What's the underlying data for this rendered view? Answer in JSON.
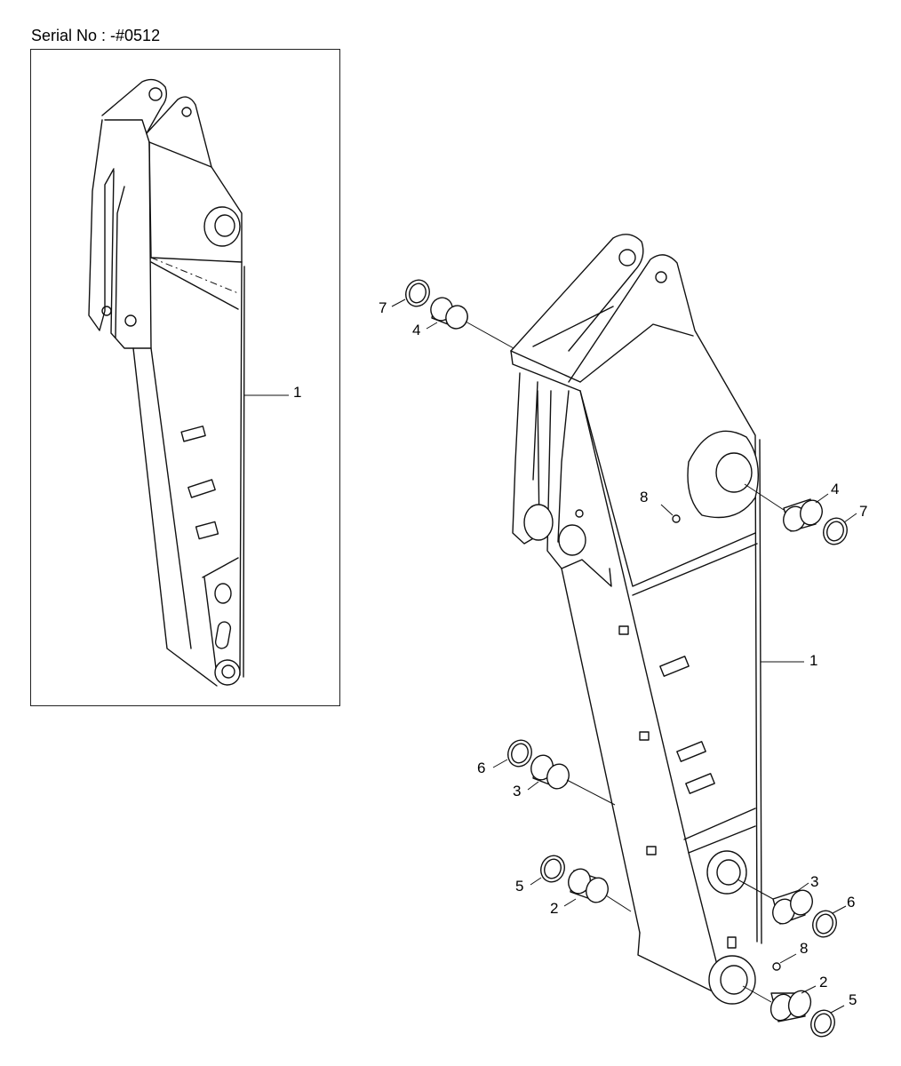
{
  "serial_label": "Serial No : -#0512",
  "inset": {
    "callouts": [
      {
        "id": "inset-1",
        "label": "1"
      }
    ]
  },
  "main": {
    "callouts": [
      {
        "id": "m7a",
        "label": "7"
      },
      {
        "id": "m4a",
        "label": "4"
      },
      {
        "id": "m8a",
        "label": "8"
      },
      {
        "id": "m4b",
        "label": "4"
      },
      {
        "id": "m7b",
        "label": "7"
      },
      {
        "id": "m1",
        "label": "1"
      },
      {
        "id": "m6a",
        "label": "6"
      },
      {
        "id": "m3a",
        "label": "3"
      },
      {
        "id": "m5a",
        "label": "5"
      },
      {
        "id": "m2a",
        "label": "2"
      },
      {
        "id": "m3b",
        "label": "3"
      },
      {
        "id": "m6b",
        "label": "6"
      },
      {
        "id": "m8b",
        "label": "8"
      },
      {
        "id": "m2b",
        "label": "2"
      },
      {
        "id": "m5b",
        "label": "5"
      }
    ]
  }
}
